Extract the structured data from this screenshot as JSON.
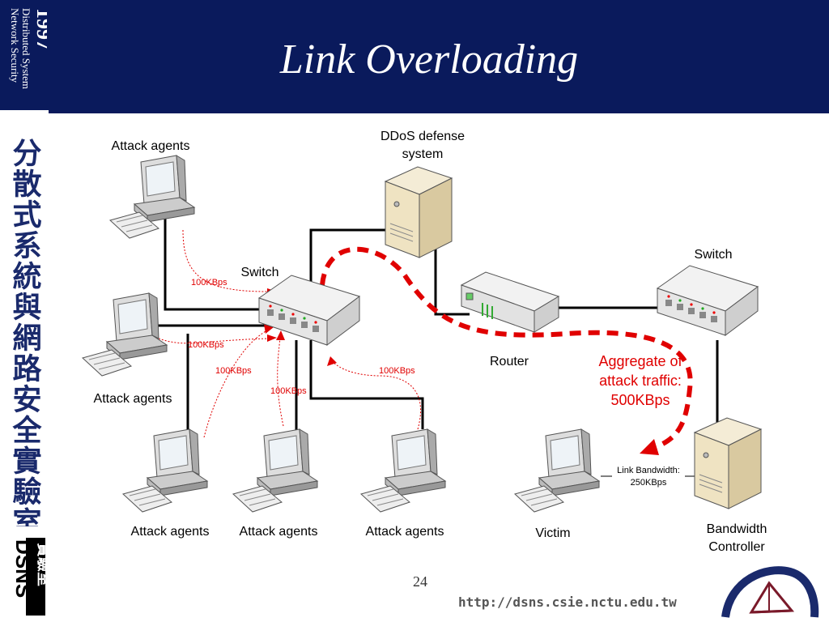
{
  "header": {
    "title": "Link Overloading"
  },
  "sidebar": {
    "logo_year": "1997",
    "logo_line1": "Distributed System",
    "logo_line2": "Network Security",
    "vertical_chinese": "分散式系統與網路安全實驗室",
    "dsns_text": "DSNS",
    "dsns_chinese": "實驗室"
  },
  "diagram": {
    "ddos_label": "DDoS defense system",
    "switch_left_label": "Switch",
    "switch_right_label": "Switch",
    "router_label": "Router",
    "victim_label": "Victim",
    "bandwidth_controller_label": "Bandwidth Controller",
    "attack_agents_label": "Attack agents",
    "rate_label": "100KBps",
    "aggregate_line1": "Aggregate of",
    "aggregate_line2": "attack traffic:",
    "aggregate_line3": "500KBps",
    "link_bw_line1": "Link Bandwidth:",
    "link_bw_line2": "250KBps"
  },
  "footer": {
    "page_number": "24",
    "url": "http://dsns.csie.nctu.edu.tw"
  },
  "colors": {
    "header_bg": "#0a1a5c",
    "attack_red": "#e00000"
  }
}
